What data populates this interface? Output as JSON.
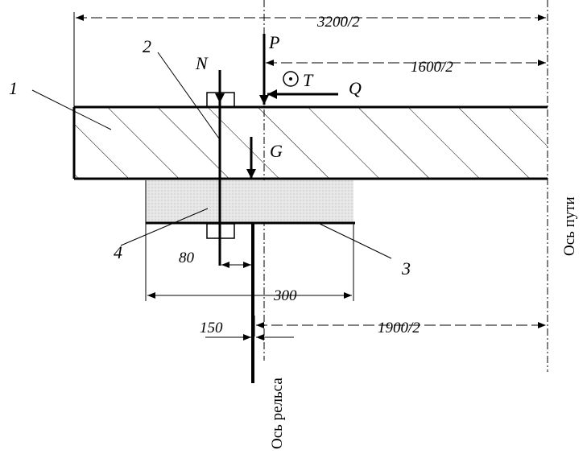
{
  "labels": {
    "part1": "1",
    "part2": "2",
    "part3": "3",
    "part4": "4"
  },
  "forces": {
    "P": "P",
    "N": "N",
    "T": "T",
    "Q": "Q",
    "G": "G"
  },
  "dimensions": {
    "half_3200": "3200/2",
    "half_1600": "1600/2",
    "half_1900": "1900/2",
    "d300": "300",
    "d80": "80",
    "d150": "150"
  },
  "axes": {
    "track_axis": "Ось пути",
    "rail_axis": "Ось рельса"
  }
}
